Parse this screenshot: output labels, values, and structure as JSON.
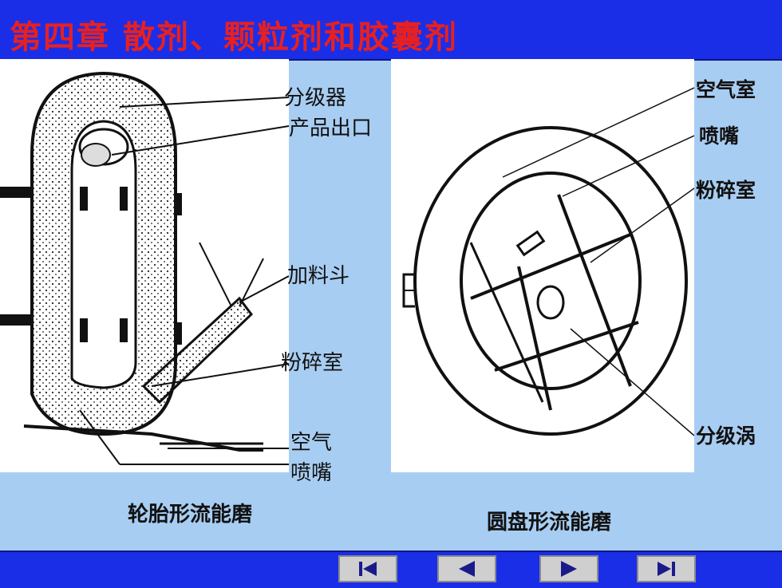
{
  "slide": {
    "title": "第四章  散剂、颗粒剂和胶囊剂"
  },
  "left_figure": {
    "labels": [
      "分级器",
      "产品出口",
      "加料斗",
      "粉碎室",
      "空气",
      "喷嘴"
    ],
    "caption": "轮胎形流能磨"
  },
  "right_figure": {
    "labels": [
      "空气室",
      "喷嘴",
      "粉碎室",
      "分级涡"
    ],
    "caption": "圆盘形流能磨"
  },
  "nav": {
    "buttons": [
      {
        "name": "first-slide-button",
        "icon": "skip-to-start-icon"
      },
      {
        "name": "previous-slide-button",
        "icon": "triangle-left-icon"
      },
      {
        "name": "next-slide-button",
        "icon": "triangle-right-icon"
      },
      {
        "name": "last-slide-button",
        "icon": "skip-to-end-icon"
      }
    ]
  },
  "colors": {
    "title_bar": "#1a2ee8",
    "title_text": "#e82020",
    "background": "#a8cdf2"
  }
}
